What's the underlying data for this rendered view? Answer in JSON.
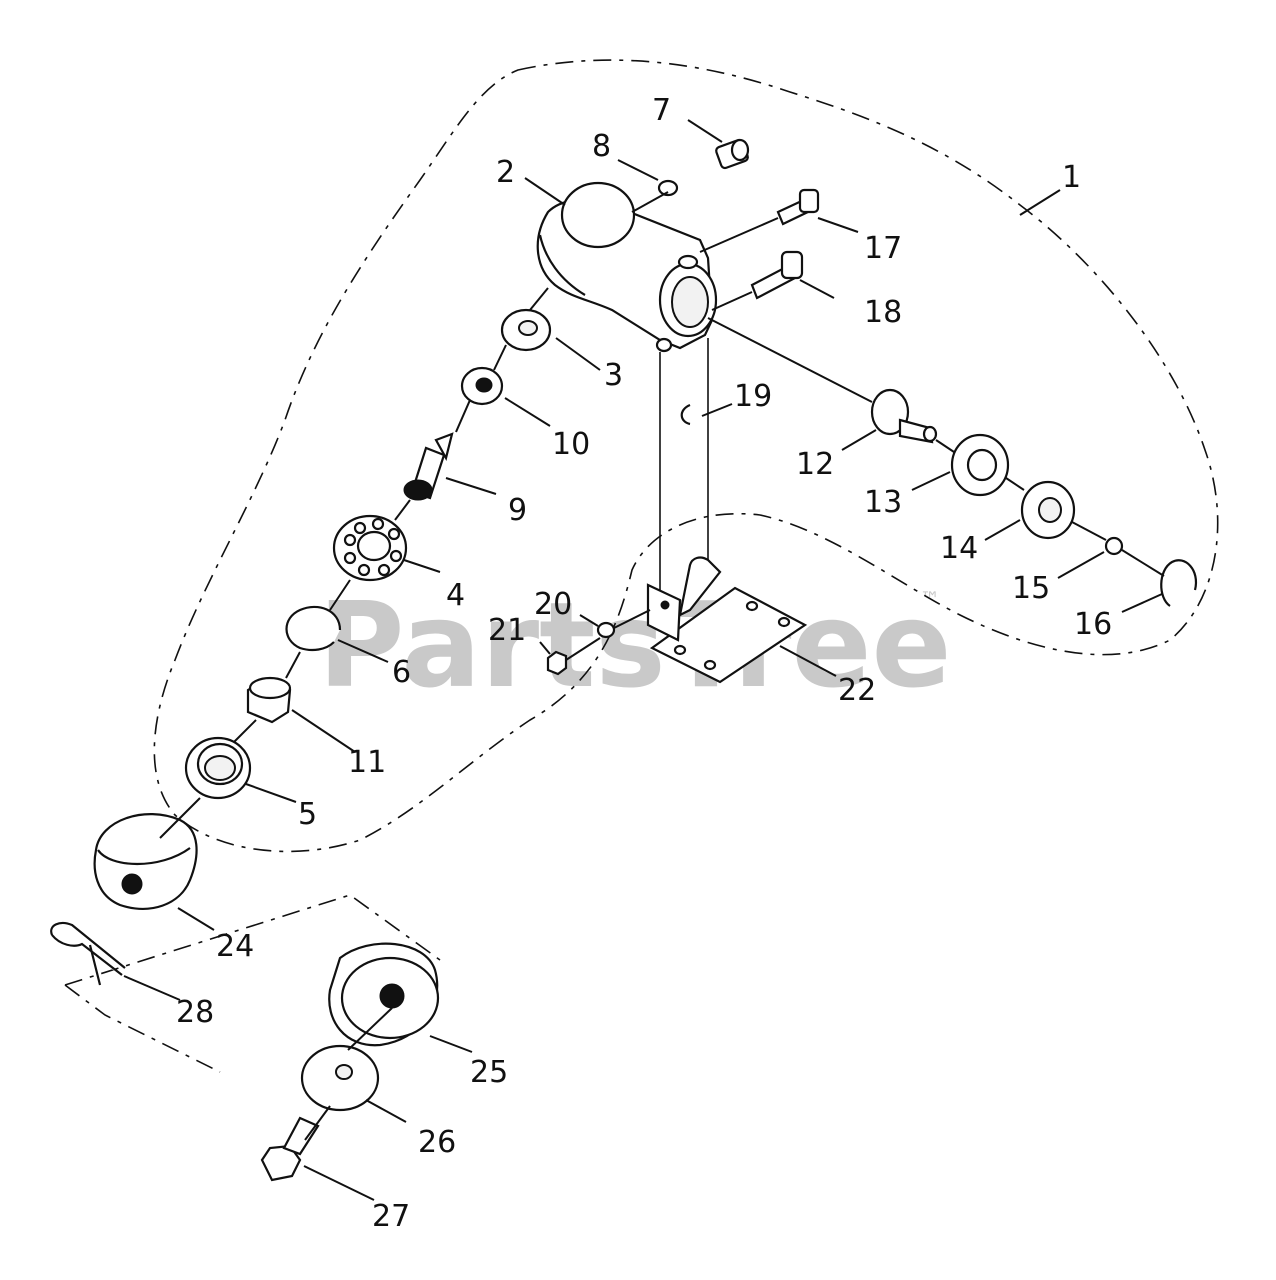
{
  "watermark": {
    "text": "PartsTree",
    "trademark": "™"
  },
  "callouts": {
    "c1": "1",
    "c2": "2",
    "c3": "3",
    "c4": "4",
    "c5": "5",
    "c6": "6",
    "c7": "7",
    "c8": "8",
    "c9": "9",
    "c10": "10",
    "c11": "11",
    "c12": "12",
    "c13": "13",
    "c14": "14",
    "c15": "15",
    "c16": "16",
    "c17": "17",
    "c18": "18",
    "c19": "19",
    "c20": "20",
    "c21": "21",
    "c22": "22",
    "c24": "24",
    "c25": "25",
    "c26": "26",
    "c27": "27",
    "c28": "28"
  }
}
